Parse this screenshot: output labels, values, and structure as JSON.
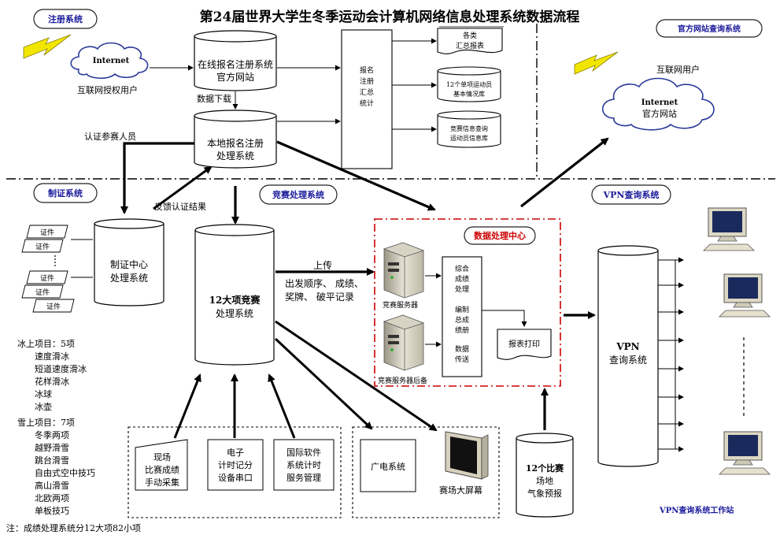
{
  "title": "第24届世界大学生冬季运动会计算机网络信息处理系统数据流程",
  "badges": {
    "register": "注册系统",
    "official": "官方网站查询系统",
    "accredit": "制证系统",
    "competition": "竞赛处理系统",
    "vpn": "VPN查询系统",
    "datacenter": "数据处理中心"
  },
  "cloud_left": {
    "line1": "Internet"
  },
  "cloud_right": {
    "line1": "Internet",
    "line2": "官方网站"
  },
  "labels": {
    "auth_users": "互联网授权用户",
    "internet_users": "互联网用户",
    "data_download": "数据下载",
    "certify_people": "认证参赛人员",
    "feedback": "反馈认证结果",
    "upload": "上传",
    "upload_detail_1": "出发顺序、 成绩、",
    "upload_detail_2": "奖牌、 破平记录",
    "server1": "竞赛服务器",
    "server2": "竞赛服务器后备",
    "vpn_station": "VPN查询系统工作站",
    "screen": "赛场大屏幕"
  },
  "cylinders": {
    "online": [
      "在线报名注册系统",
      "官方网站"
    ],
    "local": [
      "本地报名注册",
      "处理系统"
    ],
    "badge_center": [
      "制证中心",
      "处理系统"
    ],
    "competition": [
      "12大项竞赛",
      "处理系统"
    ],
    "vpn": [
      "VPN",
      "查询系统"
    ],
    "weather": [
      "12个比赛",
      "场地",
      "气象预报"
    ],
    "db_athletes": [
      "12个单项运动员",
      "基本情况库"
    ],
    "db_query": [
      "竞赛信息查询",
      "运动员信息库"
    ]
  },
  "stats_box": [
    "报名",
    "注册",
    "汇总",
    "统计"
  ],
  "report_doc": [
    "各类",
    "汇总报表"
  ],
  "cert_label": "证件",
  "process_box": [
    "综合",
    "成绩",
    "处理",
    "",
    "编制",
    "总成",
    "绩册",
    "",
    "数据",
    "传送"
  ],
  "print_doc": "报表打印",
  "bottom_boxes": {
    "manual": [
      "现场",
      "比赛成绩",
      "手动采集"
    ],
    "timing": [
      "电子",
      "计时记分",
      "设备串口"
    ],
    "intl": [
      "国际软件",
      "系统计时",
      "服务管理"
    ],
    "broadcast": "广电系统"
  },
  "sports": {
    "ice_header": "冰上项目：5项",
    "ice": [
      "速度滑冰",
      "短道速度滑冰",
      "花样滑冰",
      "冰球",
      "冰壶"
    ],
    "snow_header": "雪上项目：7项",
    "snow": [
      "冬季两项",
      "越野滑雪",
      "跳台滑雪",
      "自由式空中技巧",
      "高山滑雪",
      "北欧两项",
      "单板技巧"
    ],
    "note": "注：成绩处理系统分12大项82小项"
  },
  "colors": {
    "badge_text": "#1a1a9c",
    "dc_border": "#cc0000",
    "dc_title": "#cc0000",
    "lightning": "#f2e600"
  }
}
